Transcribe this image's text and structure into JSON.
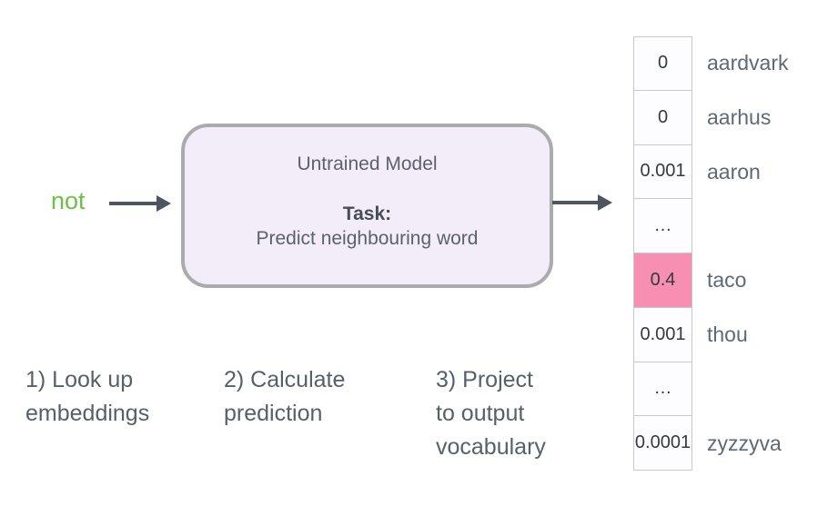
{
  "input_word": {
    "text": "not",
    "color": "#6cbf4b"
  },
  "arrows": {
    "color": "#4f5560"
  },
  "model_box": {
    "title": "Untrained Model",
    "task_label": "Task:",
    "task_text": "Predict neighbouring word",
    "fill_color": "#f2edf8",
    "border_color": "#a9abad"
  },
  "output_vector": {
    "cell_border_color": "#c9c9c9",
    "cell_background": "#fdfcfe",
    "highlight_color": "#f78fb2",
    "cells": [
      {
        "value": "0",
        "label": "aardvark",
        "highlight": false
      },
      {
        "value": "0",
        "label": "aarhus",
        "highlight": false
      },
      {
        "value": "0.001",
        "label": "aaron",
        "highlight": false
      },
      {
        "value": "…",
        "label": "",
        "highlight": false
      },
      {
        "value": "0.4",
        "label": "taco",
        "highlight": true
      },
      {
        "value": "0.001",
        "label": "thou",
        "highlight": false
      },
      {
        "value": "…",
        "label": "",
        "highlight": false
      },
      {
        "value": "0.0001",
        "label": "zyzzyva",
        "highlight": false
      }
    ]
  },
  "steps": [
    {
      "lines": [
        "1) Look up",
        "embeddings"
      ]
    },
    {
      "lines": [
        "2) Calculate",
        "prediction"
      ]
    },
    {
      "lines": [
        "3) Project",
        "to output",
        "vocabulary"
      ]
    }
  ]
}
